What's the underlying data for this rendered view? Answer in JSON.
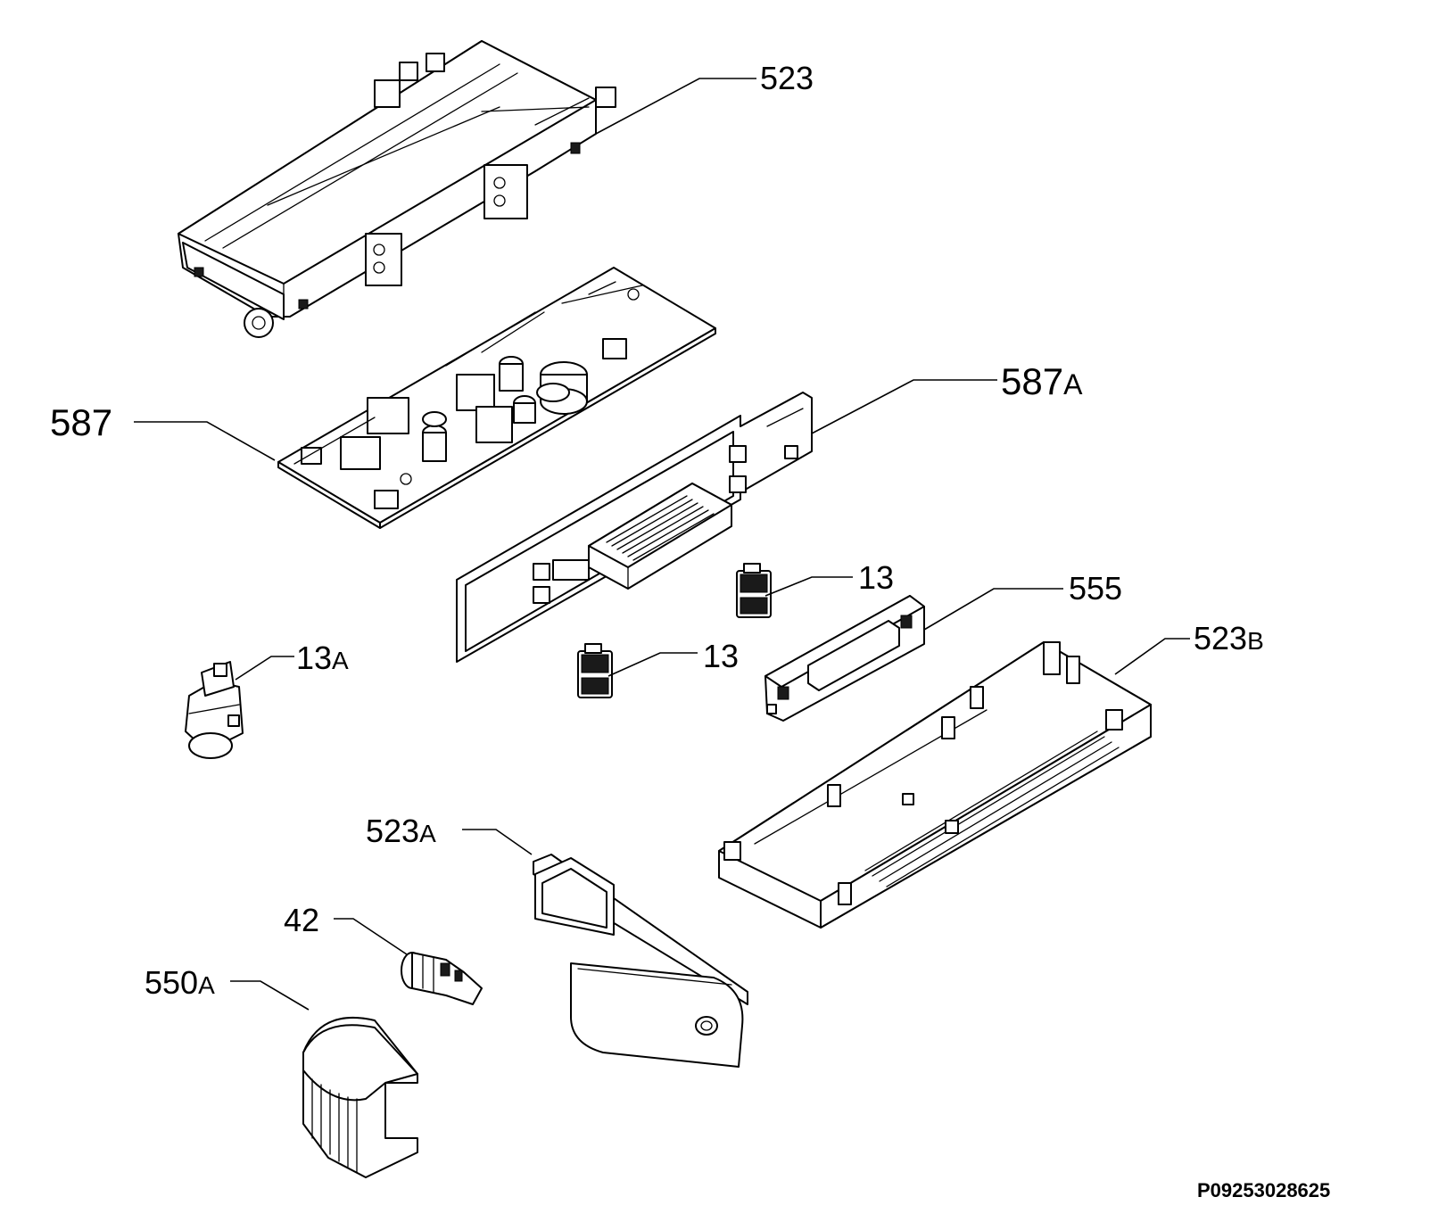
{
  "diagram_code": "P09253028625",
  "callouts": {
    "c523": {
      "num": "523",
      "suffix": ""
    },
    "c587": {
      "num": "587",
      "suffix": ""
    },
    "c587a": {
      "num": "587",
      "suffix": "A"
    },
    "c13a": {
      "num": "13",
      "suffix": "A"
    },
    "c13_1": {
      "num": "13",
      "suffix": ""
    },
    "c13_2": {
      "num": "13",
      "suffix": ""
    },
    "c555": {
      "num": "555",
      "suffix": ""
    },
    "c523b": {
      "num": "523",
      "suffix": "B"
    },
    "c523a": {
      "num": "523",
      "suffix": "A"
    },
    "c42": {
      "num": "42",
      "suffix": ""
    },
    "c550a": {
      "num": "550",
      "suffix": "A"
    }
  },
  "colors": {
    "line": "#000000",
    "background": "#ffffff"
  }
}
